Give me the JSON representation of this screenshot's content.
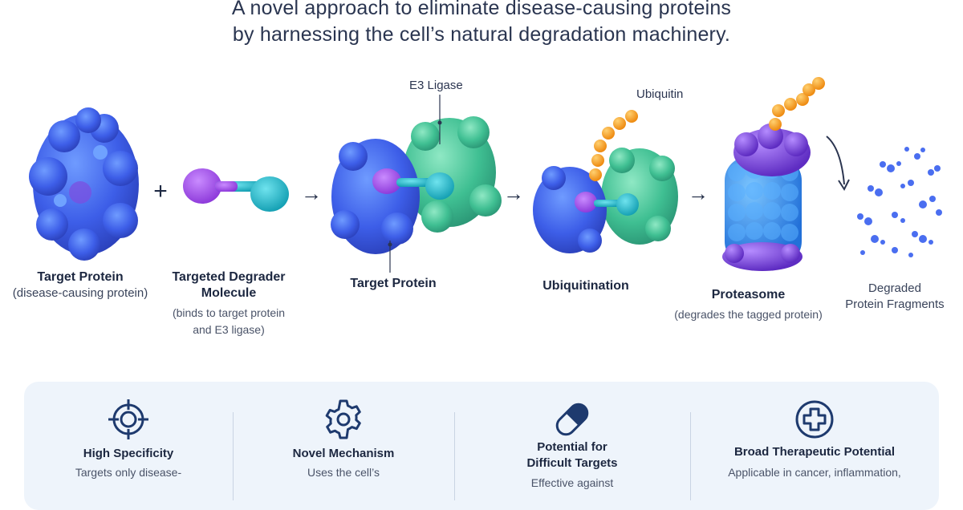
{
  "header": {
    "line1": "A novel approach to eliminate disease-causing proteins",
    "line2": "by harnessing the cell’s natural degradation machinery."
  },
  "steps": {
    "target": {
      "title": "Target Protein",
      "sub": "(disease-causing protein)"
    },
    "degrader": {
      "title1": "Targeted Degrader",
      "title2": "Molecule",
      "sub1": "(binds to target protein",
      "sub2": "and E3 ligase)"
    },
    "ternary": {
      "title": "Target Protein",
      "callout": "E3 Ligase"
    },
    "ubiq": {
      "title": "Ubiquitination",
      "callout": "Ubiquitin"
    },
    "proteasome": {
      "title": "Proteasome",
      "sub": "(degrades the tagged protein)"
    },
    "fragments": {
      "line1": "Degraded",
      "line2": "Protein Fragments"
    }
  },
  "operators": {
    "plus": "+",
    "arrow": "→"
  },
  "features": [
    {
      "icon": "crosshair-icon",
      "title": "High Specificity",
      "desc": "Targets only disease-"
    },
    {
      "icon": "gear-icon",
      "title": "Novel Mechanism",
      "desc": "Uses the cell’s"
    },
    {
      "icon": "capsule-icon",
      "title1": "Potential for",
      "title2": "Difficult Targets",
      "desc": "Effective against"
    },
    {
      "icon": "medical-cross-icon",
      "title": "Broad Therapeutic Potential",
      "desc": "Applicable in cancer, inflammation,"
    }
  ],
  "colors": {
    "protein_blue": "#3d5ee8",
    "ligase_green": "#3fbf92",
    "linker_purple": "#9a3fe0",
    "linker_teal": "#17b3c4",
    "ubiquitin_orange": "#f39a1c",
    "proteasome_blue": "#2f86e8",
    "proteasome_purple": "#7a3fd9",
    "panel_bg": "#eef4fb",
    "icon_navy": "#1e3a6e"
  }
}
